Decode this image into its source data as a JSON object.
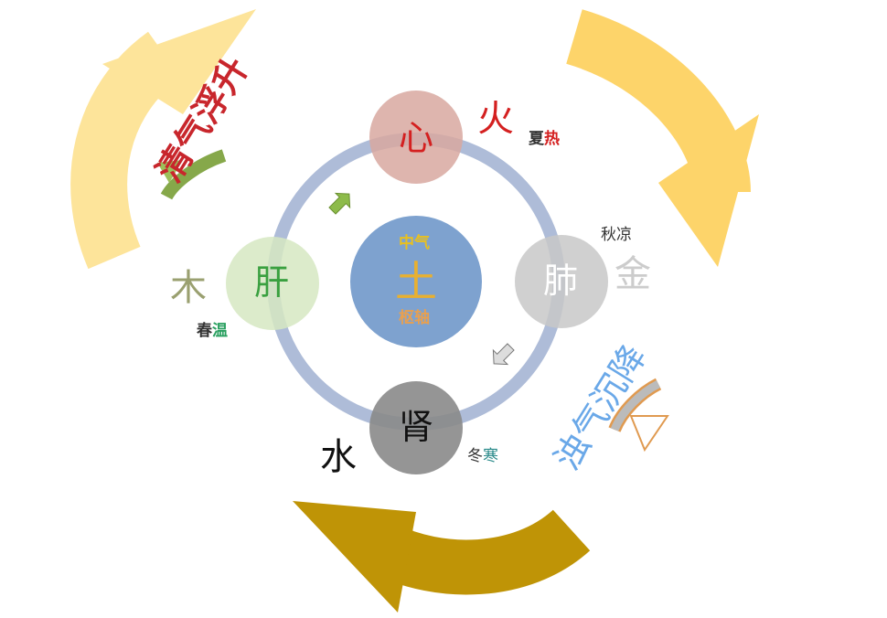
{
  "colors": {
    "upper_left_arrow": "#fde49a",
    "upper_right_arrow": "#fdd46a",
    "bottom_arrow": "#bf9406",
    "ring": "#aebcd8",
    "center": "#7ea2cf"
  },
  "center": {
    "top": "中气",
    "main": "土",
    "bottom": "枢轴"
  },
  "organs": {
    "heart": "心",
    "liver": "肝",
    "lung": "肺",
    "kidney": "肾"
  },
  "elements": {
    "fire": "火",
    "wood": "木",
    "metal": "金",
    "water": "水"
  },
  "seasons": {
    "summer": {
      "a": "夏",
      "b": "热"
    },
    "spring": {
      "a": "春",
      "b": "温"
    },
    "autumn": {
      "a": "秋",
      "b": "凉"
    },
    "winter": {
      "a": "冬",
      "b": "寒"
    }
  },
  "flows": {
    "rising": "清气浮升",
    "sinking": "浊气沉降"
  }
}
